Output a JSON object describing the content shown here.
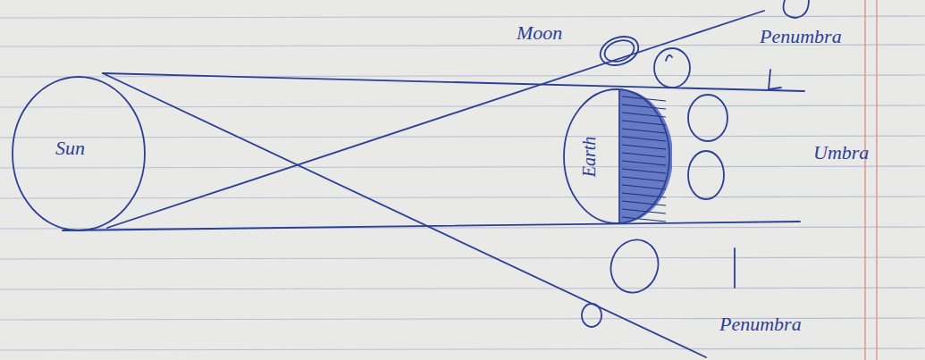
{
  "diagram": {
    "nodes": [
      {
        "text": [
          "Sun"
        ]
      },
      {
        "text": [
          "Earth"
        ]
      }
    ],
    "labels": [
      "Moon",
      "Penumbra",
      "Umbra",
      "Penumbra"
    ]
  }
}
